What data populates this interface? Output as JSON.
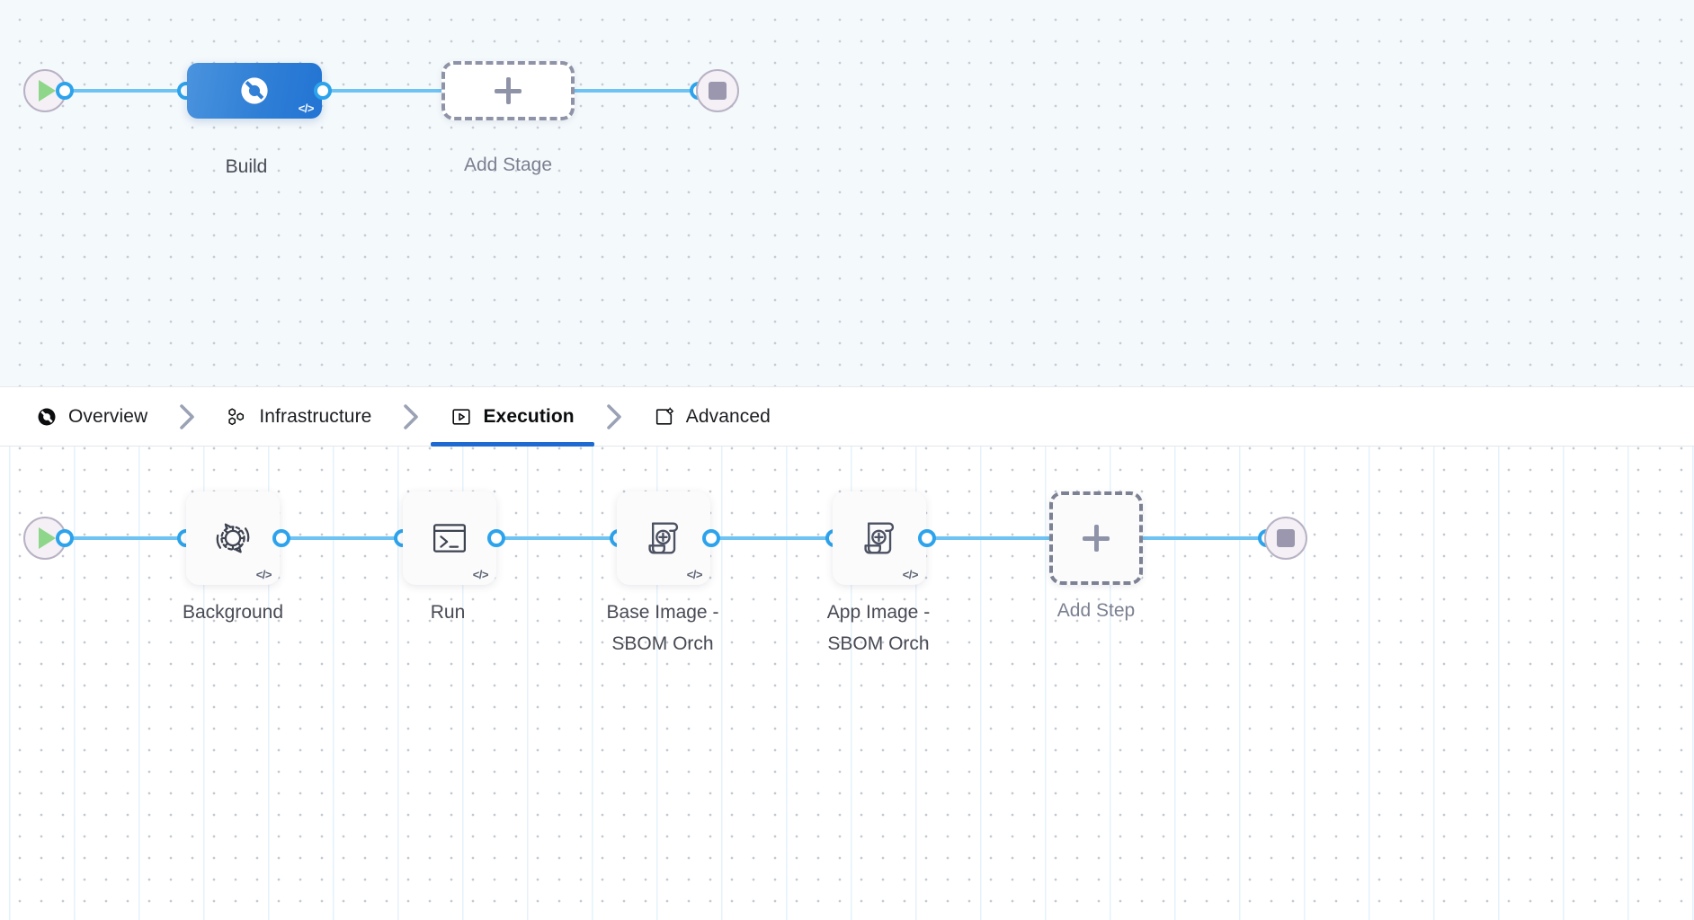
{
  "colors": {
    "accent_blue": "#1f6ad1",
    "wire_blue": "#6fc3f2",
    "port_blue": "#2da3ec",
    "stage_node_blue": "#2f7fd6",
    "start_green": "#8ed68a",
    "stop_gray": "#9a97ae",
    "dashed_gray": "#8e93a8",
    "stage_canvas_bg": "#f4f9fc",
    "step_canvas_bg": "#ffffff",
    "label_text": "#484a54"
  },
  "stage_row": {
    "start_node": {
      "name": "pipeline-start",
      "icon": "play-icon"
    },
    "end_node": {
      "name": "pipeline-end",
      "icon": "stop-icon"
    },
    "stages": [
      {
        "label": "Build",
        "icon": "harness-stage-icon",
        "badge": "</>",
        "selected": true
      }
    ],
    "add_stage": {
      "label": "Add Stage",
      "icon": "plus-icon"
    }
  },
  "tabbar": {
    "separator_icon": "chevron-right-icon",
    "tabs": [
      {
        "label": "Overview",
        "icon": "overview-icon",
        "active": false
      },
      {
        "label": "Infrastructure",
        "icon": "infrastructure-hex-icon",
        "active": false
      },
      {
        "label": "Execution",
        "icon": "execution-play-box-icon",
        "active": true
      },
      {
        "label": "Advanced",
        "icon": "advanced-gear-box-icon",
        "active": false
      }
    ]
  },
  "step_row": {
    "start_node": {
      "name": "execution-start",
      "icon": "play-icon"
    },
    "end_node": {
      "name": "execution-end",
      "icon": "stop-icon"
    },
    "steps": [
      {
        "label": "Background",
        "icon": "gear-refresh-icon",
        "badge": "</>"
      },
      {
        "label": "Run",
        "icon": "terminal-icon",
        "badge": "</>"
      },
      {
        "label": "Base Image -\nSBOM Orch",
        "icon": "scroll-plus-icon",
        "badge": "</>"
      },
      {
        "label": "App Image -\nSBOM Orch",
        "icon": "scroll-plus-icon",
        "badge": "</>"
      }
    ],
    "add_step": {
      "label": "Add Step",
      "icon": "plus-icon"
    }
  }
}
